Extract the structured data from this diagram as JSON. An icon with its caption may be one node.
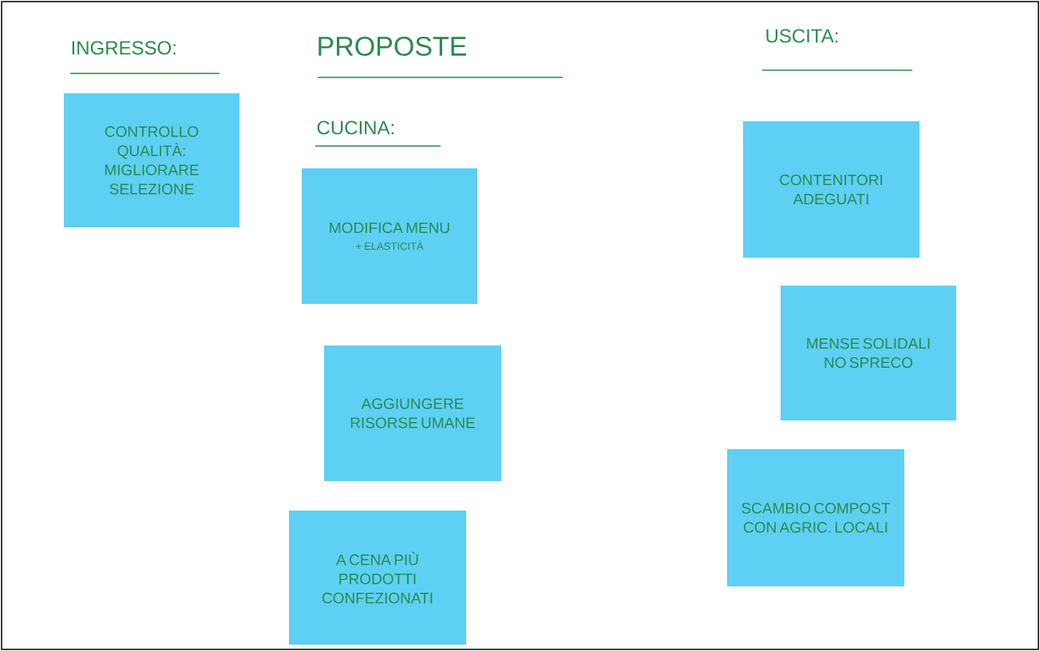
{
  "diagram": {
    "title": "PROPOSTE",
    "nodes": [
      {
        "text": [
          "CONTROLLO QUALITÀ: MIGLIORARE SELEZIONE"
        ]
      },
      {
        "text": [
          "MODIFICA MENU",
          "+ ELASTICITÀ"
        ]
      },
      {
        "text": [
          "AGGIUNGERE RISORSE UMANE"
        ]
      },
      {
        "text": [
          "A CENA PIÙ PRODOTTI CONFEZIONATI"
        ]
      },
      {
        "text": [
          "CONTENITORI ADEGUATI"
        ]
      },
      {
        "text": [
          "MENSE SOLIDALI NO SPRECO"
        ]
      },
      {
        "text": [
          "SCAMBIO COMPOST CON AGRIC. LOCALI"
        ]
      }
    ],
    "labels": [
      "INGRESSO:",
      "CUCINA:",
      "USCITA:"
    ]
  }
}
